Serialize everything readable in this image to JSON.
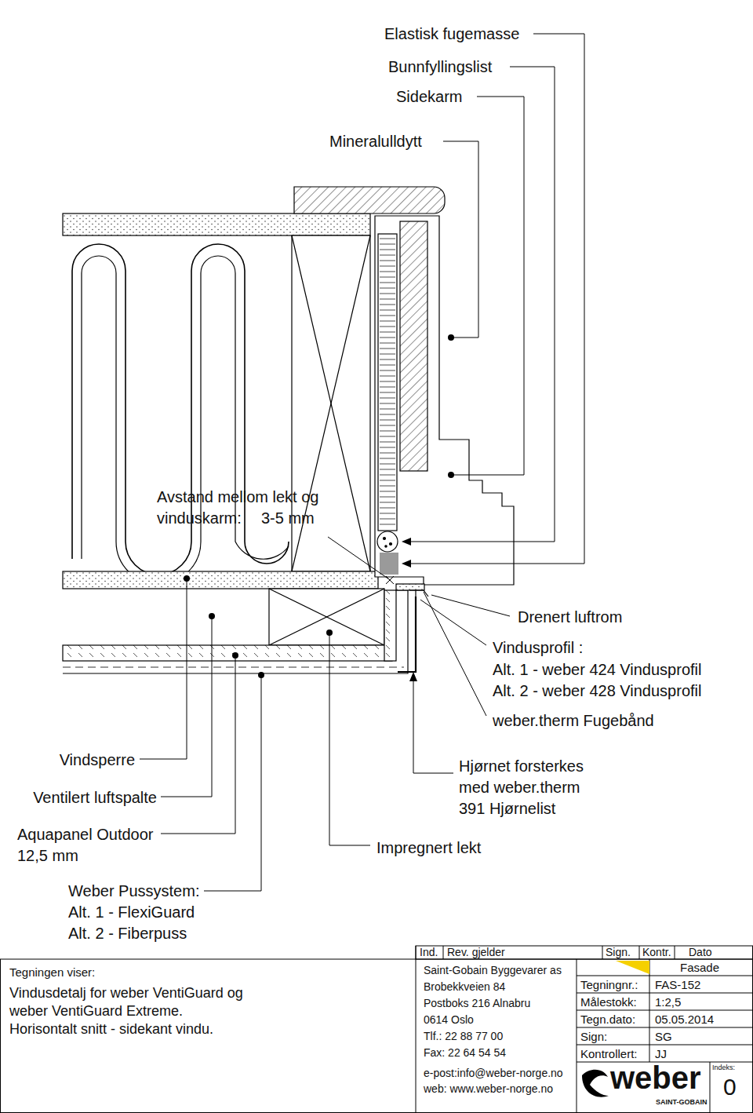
{
  "diagram": {
    "labels": [
      "Elastisk fugemasse",
      "Bunnfyllingslist",
      "Sidekarm",
      "Mineralulldytt",
      "Avstand mellom lekt og vinduskarm:",
      "3-5 mm",
      "Drenert luftrom",
      "Vindusprofil :",
      "Alt. 1 - weber 424 Vindusprofil",
      "Alt. 2 - weber 428 Vindusprofil",
      "weber.therm Fugebånd",
      "Vindsperre",
      "Ventilert luftspalte",
      "Aquapanel Outdoor 12,5 mm",
      "Hjørnet forsterkes med weber.therm 391 Hjørnelist",
      "Impregnert lekt",
      "Weber Pussystem:",
      "Alt. 1 - FlexiGuard",
      "Alt. 2 - Fiberpuss",
      "Tegningen viser:",
      "Vindusdetalj for weber VentiGuard og weber VentiGuard Extreme. Horisontalt snitt - sidekant vindu.",
      "Ind.",
      "Rev. gjelder",
      "Sign.",
      "Kontr.",
      "Dato",
      "Saint-Gobain Byggevarer as",
      "Brobekkveien 84",
      "Postboks 216 Alnabru",
      "0614 Oslo",
      "Tlf.: 22 88 77 00",
      "Fax: 22 64 54 54",
      "Fasade",
      "Tegningnr.:",
      "FAS-152",
      "Målestokk:",
      "1:2,5",
      "Tegn.dato:",
      "05.05.2014",
      "Sign:",
      "SG",
      "Kontrollert:",
      "JJ",
      "e-post:info@weber-norge.no",
      "web: www.weber-norge.no",
      "weber",
      "SAINT-GOBAIN",
      "Indeks:",
      "0"
    ]
  }
}
